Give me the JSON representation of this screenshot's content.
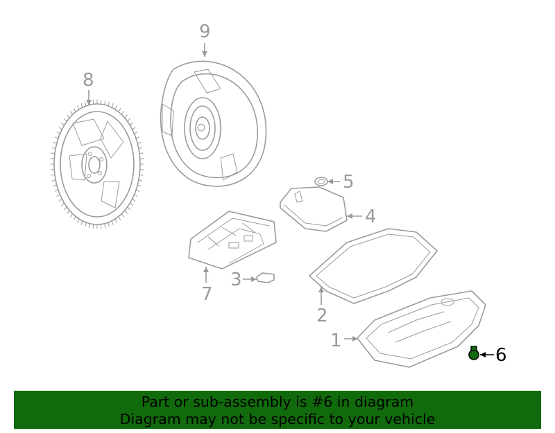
{
  "callouts": [
    {
      "num": "1",
      "active": false
    },
    {
      "num": "2",
      "active": false
    },
    {
      "num": "3",
      "active": false
    },
    {
      "num": "4",
      "active": false
    },
    {
      "num": "5",
      "active": false
    },
    {
      "num": "6",
      "active": true
    },
    {
      "num": "7",
      "active": false
    },
    {
      "num": "8",
      "active": false
    },
    {
      "num": "9",
      "active": false
    }
  ],
  "highlight_color": "#116a0b",
  "banner": {
    "line1": "Part or sub-assembly is #6 in diagram",
    "line2": "Diagram may not be specific to your vehicle",
    "background": "#116a0b"
  }
}
